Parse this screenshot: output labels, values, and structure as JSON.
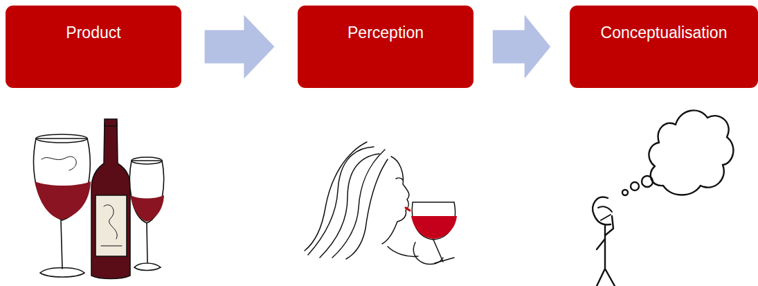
{
  "diagram": {
    "nodes": [
      {
        "text": [
          "Product"
        ]
      },
      {
        "text": [
          "Perception"
        ]
      },
      {
        "text": [
          "Conceptualisation"
        ]
      }
    ],
    "edges": [
      {
        "from": 0,
        "to": 1,
        "arrow": "to"
      },
      {
        "from": 1,
        "to": 2,
        "arrow": "to"
      }
    ]
  }
}
